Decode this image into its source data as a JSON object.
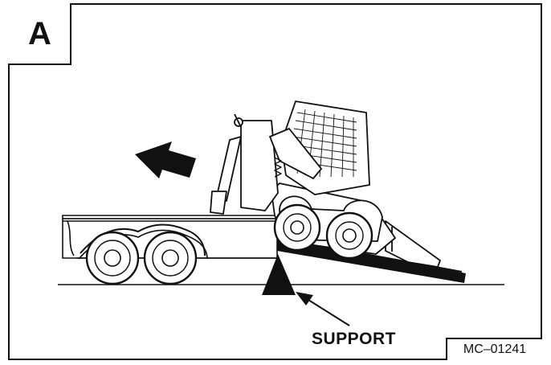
{
  "panel": {
    "label": "A"
  },
  "callout": {
    "text": "SUPPORT"
  },
  "figure_code": "MC–01241"
}
